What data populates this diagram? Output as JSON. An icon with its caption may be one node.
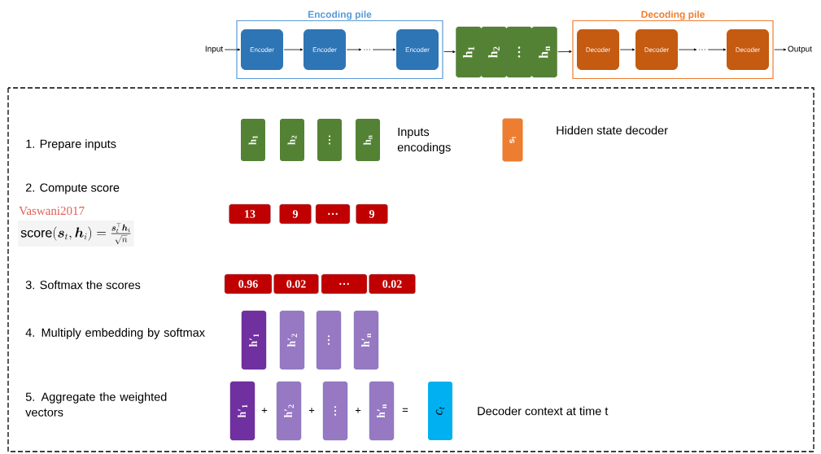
{
  "diagram": {
    "nodes": [
      {
        "text": [
          "Encoding pile"
        ]
      },
      {
        "text": [
          "Encoder"
        ],
        "in": 0
      },
      {
        "text": [
          "Encoder"
        ],
        "in": 0
      },
      {
        "text": [
          "…"
        ],
        "in": 0
      },
      {
        "text": [
          "Encoder"
        ],
        "in": 0
      },
      {
        "text": [
          "h$_{1}$"
        ]
      },
      {
        "text": [
          "h$_{2}$"
        ]
      },
      {
        "text": [
          "…"
        ]
      },
      {
        "text": [
          "h$_{n}$"
        ]
      },
      {
        "text": [
          "Decoding pile"
        ]
      },
      {
        "text": [
          "Decoder"
        ],
        "in": 9
      },
      {
        "text": [
          "Decoder"
        ],
        "in": 9
      },
      {
        "text": [
          "…"
        ],
        "in": 9
      },
      {
        "text": [
          "Decoder"
        ],
        "in": 9
      },
      {
        "text": [
          "Input"
        ]
      },
      {
        "text": [
          "Output"
        ]
      },
      {
        "text": [
          "h$_{1}$"
        ]
      },
      {
        "text": [
          "h$_{2}$"
        ]
      },
      {
        "text": [
          "…"
        ]
      },
      {
        "text": [
          "h$_{n}$"
        ]
      },
      {
        "text": [
          "s$_{t}$"
        ]
      },
      {
        "text": [
          "13"
        ]
      },
      {
        "text": [
          "9"
        ]
      },
      {
        "text": [
          "…"
        ]
      },
      {
        "text": [
          "9"
        ]
      },
      {
        "text": [
          "0.96"
        ]
      },
      {
        "text": [
          "0.02"
        ]
      },
      {
        "text": [
          "…"
        ]
      },
      {
        "text": [
          "0.02"
        ]
      },
      {
        "text": [
          "h′$_{1}$"
        ]
      },
      {
        "text": [
          "h′$_{2}$"
        ]
      },
      {
        "text": [
          "…"
        ]
      },
      {
        "text": [
          "h′$_{n}$"
        ]
      },
      {
        "text": [
          "h′$_{1}$"
        ]
      },
      {
        "text": [
          "h′$_{2}$"
        ]
      },
      {
        "text": [
          "…"
        ]
      },
      {
        "text": [
          "h′$_{n}$"
        ]
      },
      {
        "text": [
          "c$_{t}$"
        ]
      }
    ],
    "edges": [
      {
        "from": 14,
        "to": 1,
        "arrow": "to"
      },
      {
        "from": 1,
        "to": 2,
        "arrow": "to"
      },
      {
        "from": 2,
        "to": 3,
        "arrow": "to"
      },
      {
        "from": 3,
        "to": 4,
        "arrow": "to"
      },
      {
        "from": 0,
        "to": 5,
        "arrow": "to"
      },
      {
        "from": 8,
        "to": 9,
        "arrow": "to"
      },
      {
        "from": 10,
        "to": 11,
        "arrow": "to"
      },
      {
        "from": 11,
        "to": 12,
        "arrow": "to"
      },
      {
        "from": 12,
        "to": 13,
        "arrow": "to"
      },
      {
        "from": 9,
        "to": 15,
        "arrow": "to"
      }
    ],
    "labels": [
      "1. Prepare inputs",
      "Inputs encodings",
      "Hidden state decoder",
      "2. Compute score",
      "Vaswani2017",
      "\\mathrm{score}(\\boldsymbol{s}_t, \\boldsymbol{h}_i) = \\frac{\\boldsymbol{s}_t^{\\top} \\boldsymbol{h}_i}{\\sqrt{n}}",
      "3. Softmax the scores",
      "4. Multiply embedding by softmax",
      "5. Aggregate the weighted vectors",
      "+",
      "+",
      "+",
      "=",
      "Decoder context at time t"
    ]
  }
}
